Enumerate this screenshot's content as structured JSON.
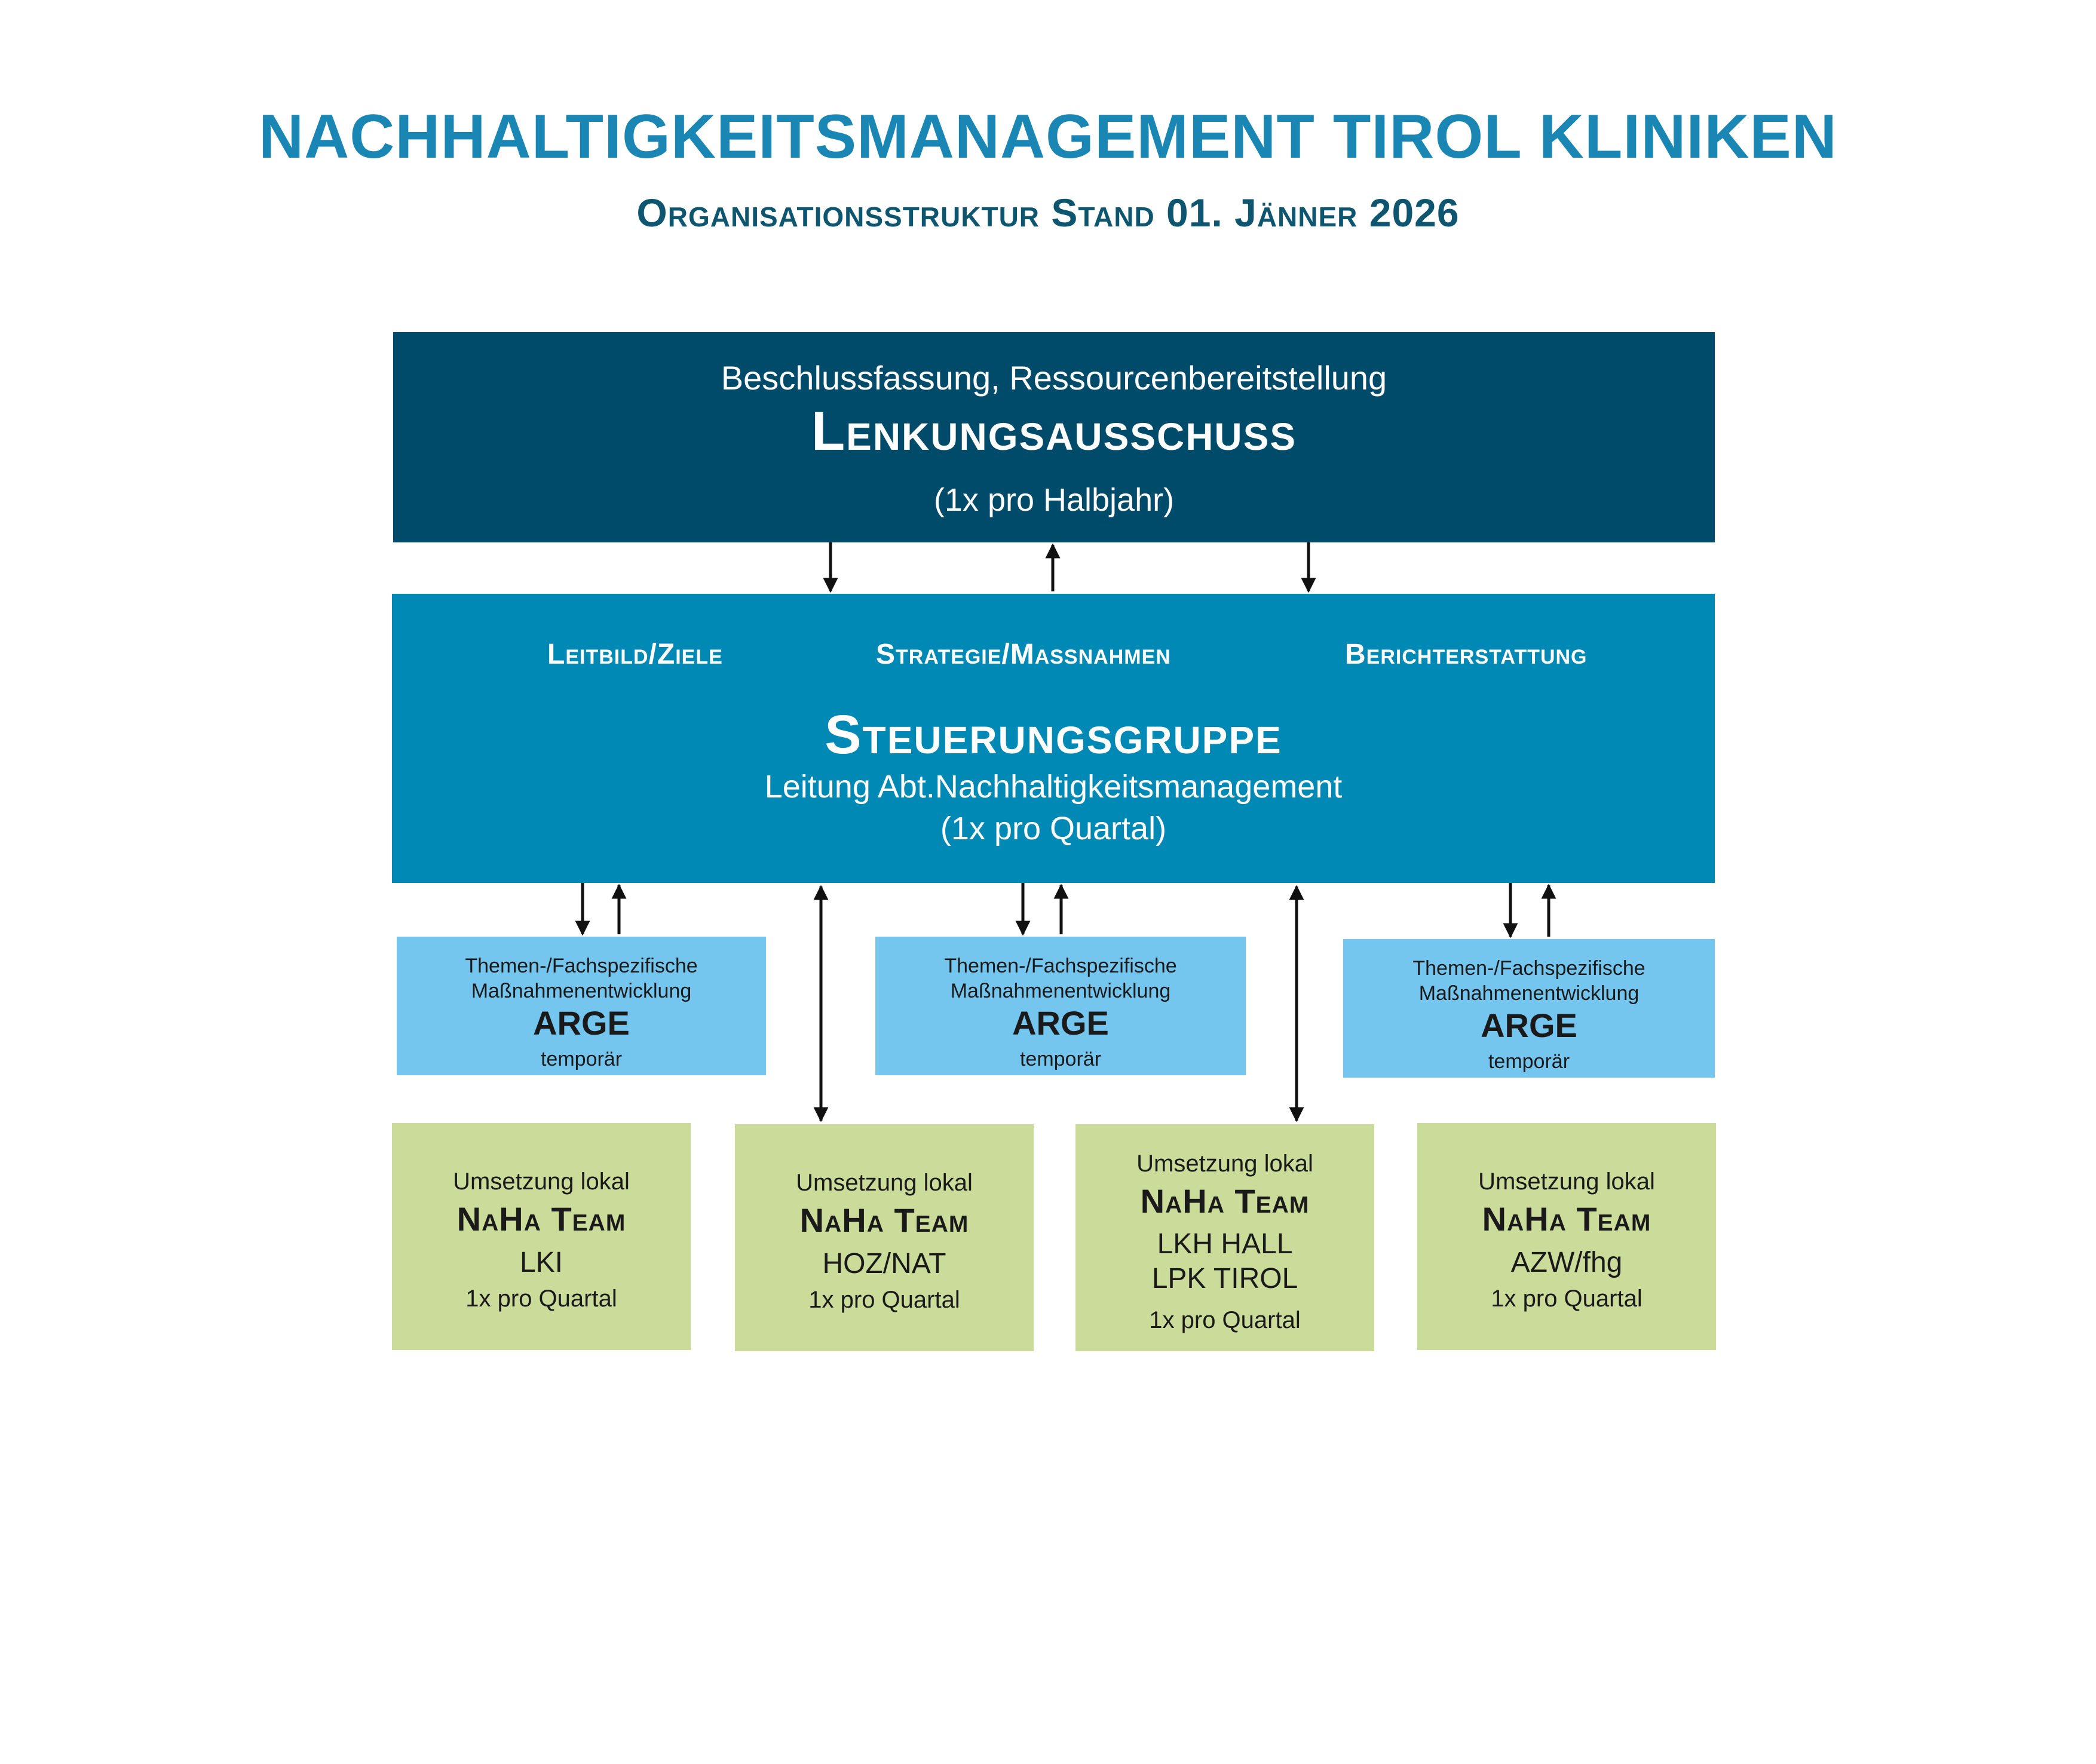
{
  "title": "NACHHALTIGKEITSMANAGEMENT TIROL KLINIKEN",
  "subtitle": "Organisationsstruktur Stand 01. Jänner 2026",
  "lenkungsausschuss": {
    "function": "Beschlussfassung, Ressourcenbereitstellung",
    "name": "Lenkungsausschuss",
    "frequency": "(1x pro Halbjahr)",
    "color": "#004a6a"
  },
  "steuerungsgruppe": {
    "topics": [
      "Leitbild/Ziele",
      "Strategie/Massnahmen",
      "Berichterstattung"
    ],
    "name": "Steuerungsgruppe",
    "lead": "Leitung Abt.Nachhaltigkeitsmanagement",
    "frequency": "(1x pro Quartal)",
    "color": "#0089b5"
  },
  "arge": {
    "color": "#74c6ef",
    "items": [
      {
        "line1": "Themen-/Fachspezifische",
        "line2": "Maßnahmenentwicklung",
        "name": "ARGE",
        "note": "temporär"
      },
      {
        "line1": "Themen-/Fachspezifische",
        "line2": "Maßnahmenentwicklung",
        "name": "ARGE",
        "note": "temporär"
      },
      {
        "line1": "Themen-/Fachspezifische",
        "line2": "Maßnahmenentwicklung",
        "name": "ARGE",
        "note": "temporär"
      }
    ]
  },
  "teams": {
    "color": "#cbdb9a",
    "items": [
      {
        "intro": "Umsetzung lokal",
        "name": "NaHa Team",
        "sites": [
          "LKI"
        ],
        "frequency": "1x pro Quartal"
      },
      {
        "intro": "Umsetzung lokal",
        "name": "NaHa Team",
        "sites": [
          "HOZ/NAT"
        ],
        "frequency": "1x pro Quartal"
      },
      {
        "intro": "Umsetzung lokal",
        "name": "NaHa Team",
        "sites": [
          "LKH HALL",
          "LPK TIROL"
        ],
        "frequency": "1x pro Quartal"
      },
      {
        "intro": "Umsetzung lokal",
        "name": "NaHa Team",
        "sites": [
          "AZW/fhg"
        ],
        "frequency": "1x pro Quartal"
      }
    ]
  },
  "title_color": "#1a86b4",
  "subtitle_color": "#0e5570"
}
